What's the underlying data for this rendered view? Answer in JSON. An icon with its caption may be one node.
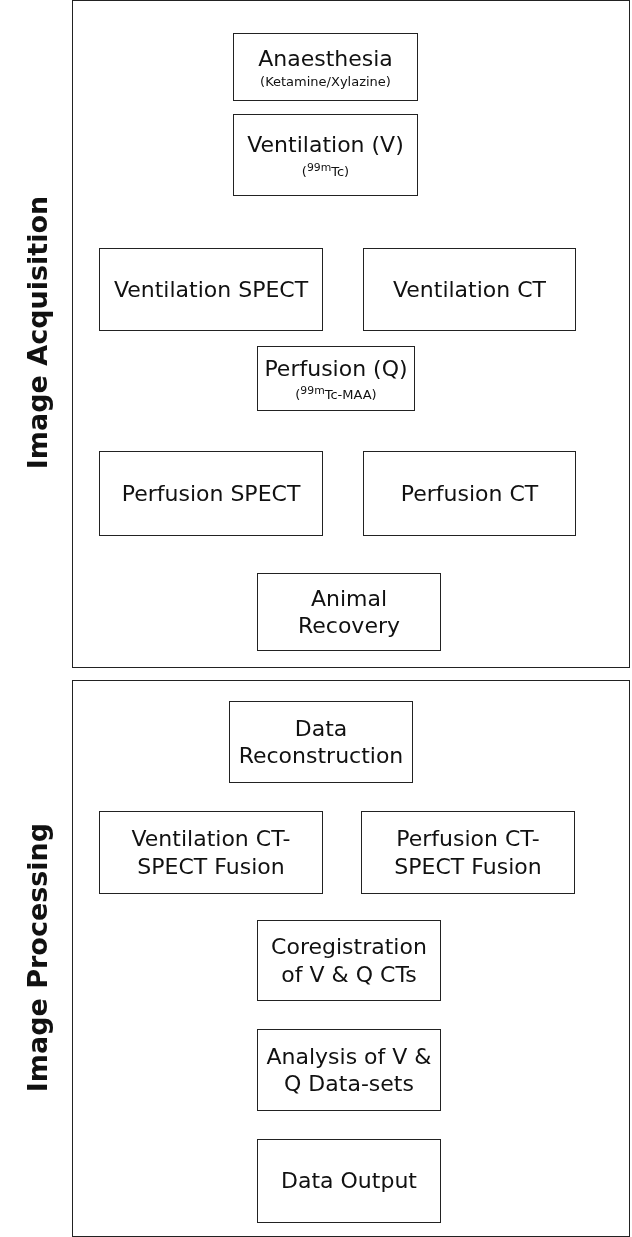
{
  "diagram": {
    "nodes": [
      {
        "text": [
          "Image Acquisition"
        ]
      },
      {
        "text": [
          "Anaesthesia",
          "(Ketamine/Xylazine)"
        ],
        "in": 0
      },
      {
        "text": [
          "Ventilation (V)",
          "($^{99m}$Tc)"
        ],
        "in": 0
      },
      {
        "text": [
          "Ventilation SPECT"
        ],
        "in": 0
      },
      {
        "text": [
          "Ventilation CT"
        ],
        "in": 0
      },
      {
        "text": [
          "Perfusion (Q)",
          "($^{99m}$Tc-MAA)"
        ],
        "in": 0
      },
      {
        "text": [
          "Perfusion SPECT"
        ],
        "in": 0
      },
      {
        "text": [
          "Perfusion CT"
        ],
        "in": 0
      },
      {
        "text": [
          "Animal Recovery"
        ],
        "in": 0
      },
      {
        "text": [
          "Image Processing"
        ]
      },
      {
        "text": [
          "Data Reconstruction"
        ],
        "in": 9
      },
      {
        "text": [
          "Ventilation CT-SPECT Fusion"
        ],
        "in": 9
      },
      {
        "text": [
          "Perfusion CT-SPECT Fusion"
        ],
        "in": 9
      },
      {
        "text": [
          "Coregistration of V & Q CTs"
        ],
        "in": 9
      },
      {
        "text": [
          "Analysis of V & Q Data-sets"
        ],
        "in": 9
      },
      {
        "text": [
          "Data Output"
        ],
        "in": 9
      }
    ],
    "edges": []
  }
}
